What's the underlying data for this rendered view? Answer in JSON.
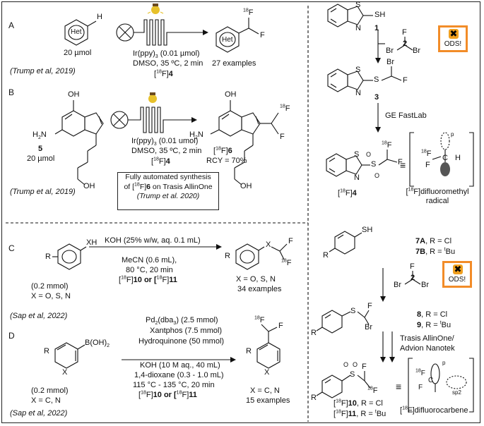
{
  "section_a": {
    "label": "A",
    "het": "Het",
    "h": "H",
    "amount": "20 µmol",
    "catalyst": "Ir(ppy)",
    "catalyst_sub": "3",
    "catalyst_amount": " (0.01 µmol)",
    "conditions": "DMSO, 35 ºC, 2 min",
    "reagent_sup": "18",
    "reagent_tail": "F]",
    "reagent_num": "4",
    "product_f18": "18",
    "product_f": "F",
    "product_f2": "F",
    "result": "27 examples",
    "ref": "(Trump et al, 2019)"
  },
  "section_b": {
    "label": "B",
    "oh_top": "OH",
    "h2n": "H",
    "h2n_sub": "2",
    "h2n_tail": "N",
    "compound_num": "5",
    "amount": "20 µmol",
    "oh_bottom": "OH",
    "catalyst": "Ir(ppy)",
    "catalyst_sub": "3",
    "catalyst_amount": " (0.01 umol)",
    "conditions": "DMSO, 35 ºC, 2 min",
    "reagent_sup": "18",
    "reagent_tail": "F]",
    "reagent_num": "4",
    "product_sup": "18",
    "product_tail": "F]",
    "product_num": "6",
    "product_rcy": "RCY = 70%",
    "box_line1": "Fully automated synthesis",
    "box_line2_pre": "of [",
    "box_line2_sup": "18",
    "box_line2_mid": "F]",
    "box_line2_num": "6",
    "box_line2_post": " on Trasis AllinOne",
    "box_ref": "(Trump et al. 2020)",
    "ref": "(Trump et al, 2019)"
  },
  "right_top": {
    "sh": "SH",
    "s1": "S",
    "n1": "N",
    "num1": "1",
    "f2": "F",
    "br_a": "Br",
    "br_b": "Br",
    "num2": "2",
    "ods": "ODS!",
    "s3a": "S",
    "n3": "N",
    "s3b": "S",
    "br3": "Br",
    "f3": "F",
    "num3": "3",
    "step": "GE FastLab",
    "s4a": "S",
    "n4": "N",
    "s4b": "S",
    "o4a": "O",
    "o4b": "O",
    "f4a": "F",
    "f4a_sup": "18",
    "f4b": "F",
    "radical_p": "p",
    "radical_f18": "F",
    "radical_f": "F",
    "radical_c": "C",
    "radical_h": "H",
    "equiv": "≡",
    "name4_sup": "18",
    "name4_tail": "F]",
    "name4_num": "4",
    "radical_name_sup": "18",
    "radical_name_l1": "F]difluoromethyl",
    "radical_name_l2": "radical"
  },
  "section_c": {
    "label": "C",
    "r": "R",
    "xh": "XH",
    "reagent1": "KOH (25% w/w, aq. 0.1 mL)",
    "reagent2": "MeCN (0.6 mL),",
    "reagent3": "80 °C, 20 min",
    "reagent4_sup1": "18",
    "reagent4_mid": "F]",
    "reagent4_num1": "10",
    "reagent4_or": " or [",
    "reagent4_sup2": "18",
    "reagent4_num2": "11",
    "amount": "(0.2 mmol)",
    "x_set": "X =  O, S, N",
    "product_x": "X",
    "product_r": "R",
    "product_f": "F",
    "product_f18_sup": "18",
    "product_f18": "F",
    "product_xset": "X =  O, S, N",
    "result": "34 examples",
    "ref": "(Sap et al, 2022)"
  },
  "section_d": {
    "label": "D",
    "r": "R",
    "x": "X",
    "boron": "B(OH)",
    "boron_sub": "2",
    "reagent1": "Pd",
    "reagent1_sub1": "2",
    "reagent1_mid": "(dba",
    "reagent1_sub2": "3",
    "reagent1_tail": ") (2.5 mmol)",
    "reagent2": "Xantphos (7.5 mmol)",
    "reagent3": "Hydroquinone (50 mmol)",
    "reagent4": "KOH (10 M aq., 40 mL)",
    "reagent5": "1,4-dioxane (0.3 - 1.0 mL)",
    "reagent6": "115 °C - 135 °C, 20 min",
    "reagent7_sup1": "18",
    "reagent7_mid": "F]",
    "reagent7_num1": "10",
    "reagent7_or": " or [",
    "reagent7_sup2": "18",
    "reagent7_num2": "11",
    "amount": "(0.2 mmol)",
    "x_set": "X = C, N",
    "product_f18_sup": "18",
    "product_f18": "F",
    "product_f": "F",
    "product_r": "R",
    "product_x": "X",
    "product_xset": "X =  C, N",
    "result": "15 examples",
    "ref": "(Sap et al, 2022)"
  },
  "right_bottom": {
    "sh": "SH",
    "r7": "R",
    "l7a_num": "7A",
    "l7a_tail": ", R = Cl",
    "l7b_num": "7B",
    "l7b_mid": ", R = ",
    "l7b_sup": "t",
    "l7b_tail": "Bu",
    "f2": "F",
    "br_a": "Br",
    "br_b": "Br",
    "num2": "2",
    "ods": "ODS!",
    "s8": "S",
    "f8": "F",
    "br8": "Br",
    "r8": "R",
    "l8_num": "8",
    "l8_tail": ", R = Cl",
    "l9_num": "9",
    "l9_mid": ", R = ",
    "l9_sup": "t",
    "l9_tail": "Bu",
    "step1": "Trasis AllinOne/",
    "step2": "Advion Nanotek",
    "s10": "S",
    "o10a": "O",
    "o10b": "O",
    "f10a": "F",
    "f10b_sup": "18",
    "f10b": "F",
    "r10": "R",
    "equiv": "≡",
    "carbene_p": "p",
    "carbene_f18_sup": "18",
    "carbene_f18": "F",
    "carbene_c": "C",
    "carbene_f": "F",
    "carbene_sp2": "sp2",
    "l10_sup": "18",
    "l10_mid": "F]",
    "l10_num": "10",
    "l10_tail": ", R = Cl",
    "l11_sup": "18",
    "l11_mid": "F]",
    "l11_num": "11",
    "l11_tail": ", R = ",
    "l11_tsup": "t",
    "l11_bu": "Bu",
    "carbene_name_sup": "18",
    "carbene_name_tail": "F]difluorocarbene"
  }
}
